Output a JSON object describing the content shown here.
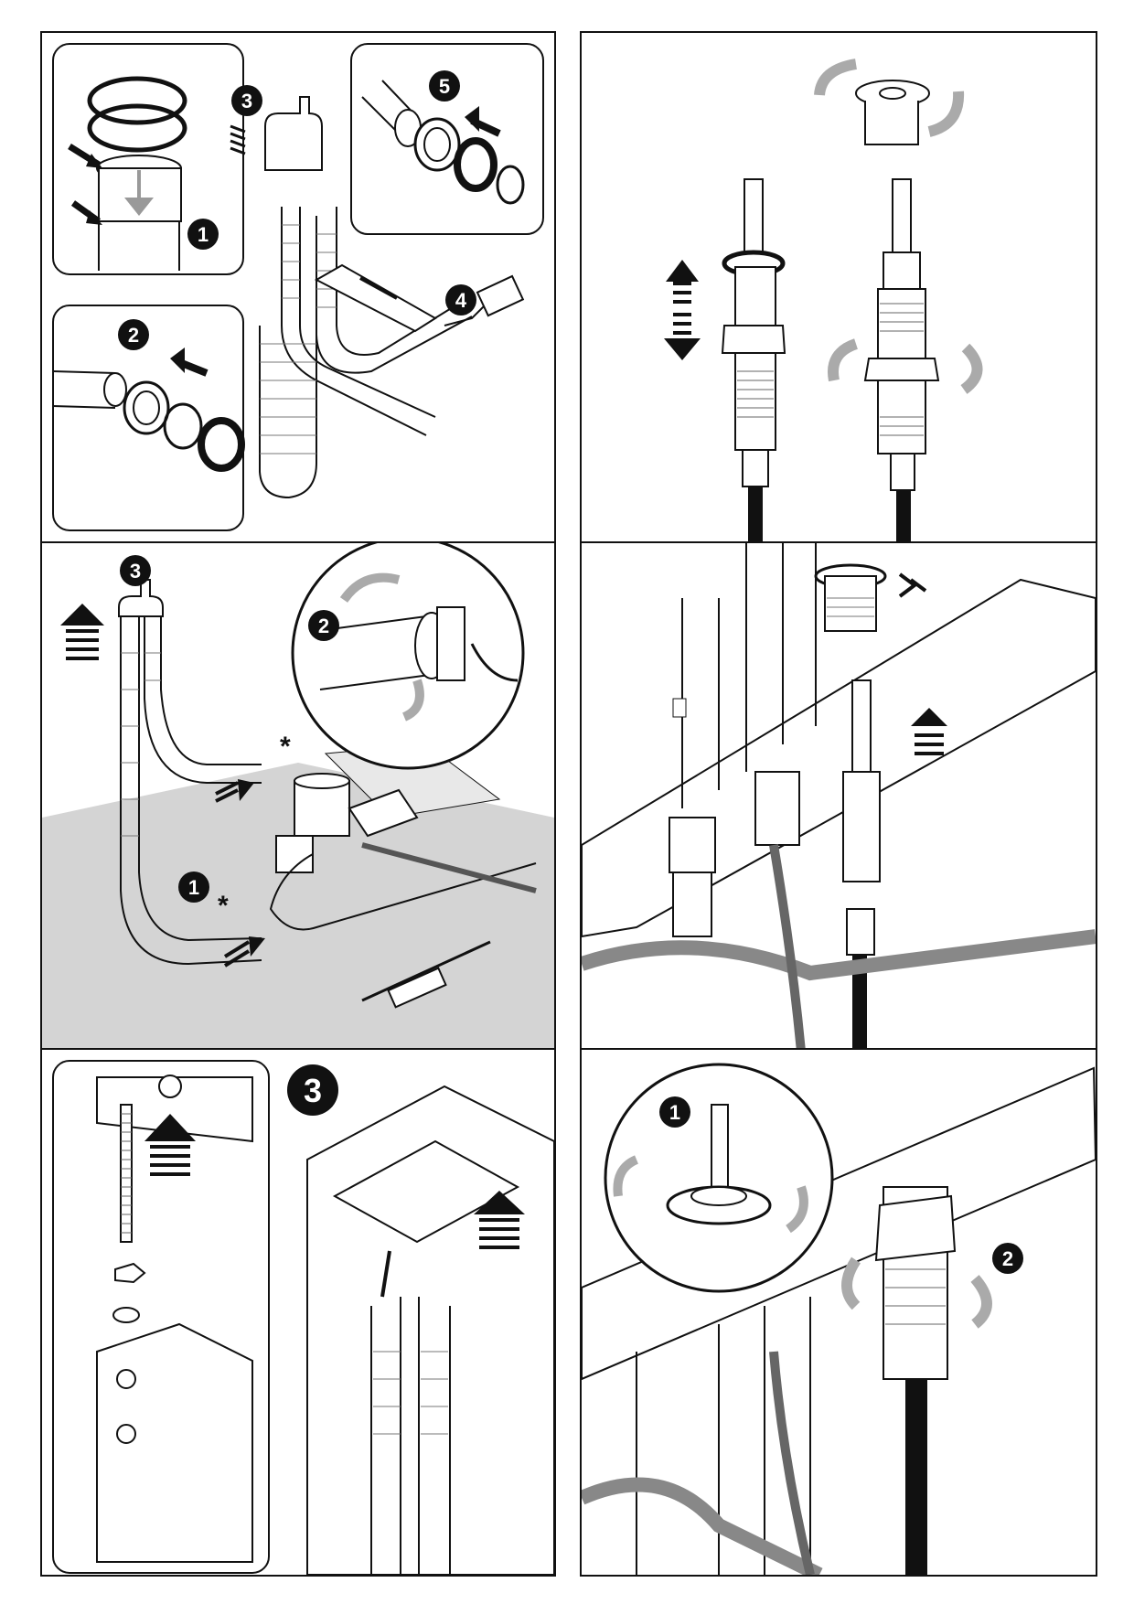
{
  "colors": {
    "line": "#111111",
    "badge": "#111111",
    "badge_text": "#ffffff",
    "gray_arrow": "#a9a9a9",
    "floor_gray": "#d4d4d4",
    "panel_border": "#111111"
  },
  "icons": [
    "arrow-icon",
    "rotate-arrow-icon",
    "number-badge-icon",
    "asterisk-icon",
    "utility-knife-icon"
  ],
  "panels": {
    "p1": {
      "steps": [
        "1",
        "2",
        "3",
        "4",
        "5"
      ]
    },
    "p2": {
      "steps": []
    },
    "p3": {
      "steps": [
        "1",
        "2",
        "3"
      ],
      "marks": [
        "*",
        "*"
      ]
    },
    "p4": {
      "steps": []
    },
    "p5": {
      "steps": [
        "3"
      ]
    },
    "p6": {
      "steps": [
        "1",
        "2"
      ]
    }
  }
}
